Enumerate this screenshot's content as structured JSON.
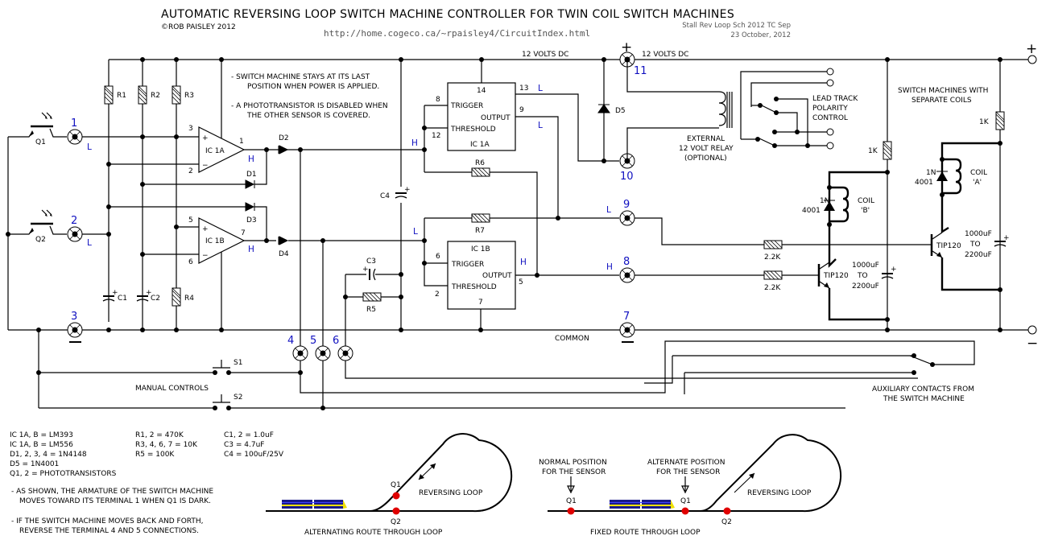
{
  "header": {
    "title": "AUTOMATIC REVERSING LOOP SWITCH MACHINE CONTROLLER FOR TWIN COIL SWITCH MACHINES",
    "copyright": "©ROB PAISLEY 2012",
    "url": "http://home.cogeco.ca/~rpaisley4/CircuitIndex.html",
    "file_ref": "Stall Rev Loop Sch 2012 TC Sep",
    "date": "23 October, 2012"
  },
  "rails": {
    "supply_label": "12 VOLTS DC",
    "supply_label_right": "12 VOLTS DC",
    "common_label": "COMMON",
    "plus": "+",
    "minus": "−"
  },
  "notes_top": [
    "- SWITCH MACHINE STAYS AT ITS LAST",
    "POSITION WHEN POWER IS APPLIED.",
    "- A PHOTOTRANSISTOR IS DISABLED WHEN",
    "THE OTHER SENSOR IS COVERED."
  ],
  "terminals": [
    "1",
    "2",
    "3",
    "4",
    "5",
    "6",
    "7",
    "8",
    "9",
    "10",
    "11"
  ],
  "logic_levels": {
    "t1": "L",
    "t2": "L",
    "ic1a_cmp_out": "H",
    "ic1b_cmp_out": "H",
    "ic1a_timer_in": "H",
    "ic1b_timer_in": "L",
    "pin13": "L",
    "pin9": "L",
    "ic1b_out": "H",
    "t9": "L",
    "t8": "H"
  },
  "components": {
    "q1": "Q1",
    "q2": "Q2",
    "r1": "R1",
    "r2": "R2",
    "r3": "R3",
    "r4": "R4",
    "r5": "R5",
    "r6": "R6",
    "r7": "R7",
    "c1": "C1",
    "c2": "C2",
    "c3": "C3",
    "c4": "C4",
    "d1": "D1",
    "d2": "D2",
    "d3": "D3",
    "d4": "D4",
    "d5": "D5",
    "ic1a_cmp": "IC 1A",
    "ic1b_cmp": "IC 1B",
    "ic1a_timer": "IC 1A",
    "ic1b_timer": "IC 1B",
    "s1": "S1",
    "s2": "S2",
    "r_1k": "1K",
    "r_2k2": "2.2K",
    "tip120": "TIP120",
    "diode_1n": "1N",
    "diode_4001": "4001",
    "coil_a": [
      "COIL",
      "'A'"
    ],
    "coil_b": [
      "COIL",
      "'B'"
    ],
    "cap_big": [
      "1000uF",
      "TO",
      "2200uF"
    ]
  },
  "pins": {
    "cmpA_plus": "3",
    "cmpA_minus": "2",
    "cmpA_out": "1",
    "cmpB_plus": "5",
    "cmpB_minus": "6",
    "cmpB_out": "7",
    "tmrA_trig": "8",
    "tmrA_thr": "12",
    "tmrA_vcc": "14",
    "tmrA_13": "13",
    "tmrA_out": "9",
    "tmrB_trig": "6",
    "tmrB_thr": "2",
    "tmrB_gnd": "7",
    "tmrB_out": "5",
    "trigger": "TRIGGER",
    "threshold": "THRESHOLD",
    "output": "OUTPUT",
    "plus": "+",
    "minus": "−"
  },
  "relay": {
    "label": [
      "EXTERNAL",
      "12 VOLT RELAY",
      "(OPTIONAL)"
    ],
    "polarity": [
      "LEAD TRACK",
      "POLARITY",
      "CONTROL"
    ]
  },
  "right_section": {
    "label": [
      "SWITCH MACHINES WITH",
      "SEPARATE COILS"
    ]
  },
  "manual_controls": "MANUAL CONTROLS",
  "aux_contacts": [
    "AUXILIARY CONTACTS FROM",
    "THE SWITCH MACHINE"
  ],
  "parts_list": {
    "col1": [
      "IC 1A, B = LM393",
      "IC 1A, B = LM556",
      "D1, 2, 3, 4 = 1N4148",
      "D5 = 1N4001",
      "Q1, 2 = PHOTOTRANSISTORS"
    ],
    "col2": [
      "R1, 2 = 470K",
      "R3, 4, 6, 7 = 10K",
      "R5 = 100K"
    ],
    "col3": [
      "C1, 2 = 1.0uF",
      "C3 = 4.7uF",
      "C4 = 100uF/25V"
    ]
  },
  "notes_bottom": [
    "- AS SHOWN, THE ARMATURE OF THE SWITCH MACHINE",
    "MOVES TOWARD ITS TERMINAL 1 WHEN Q1 IS DARK.",
    "- IF THE SWITCH MACHINE MOVES BACK AND FORTH,",
    "REVERSE THE TERMINAL 4 AND 5 CONNECTIONS."
  ],
  "diagram_alt": {
    "caption": "ALTERNATING ROUTE THROUGH LOOP",
    "loop_label": "REVERSING LOOP",
    "q1": "Q1",
    "q2": "Q2"
  },
  "diagram_fixed": {
    "caption": "FIXED ROUTE THROUGH LOOP",
    "loop_label": "REVERSING LOOP",
    "normal": [
      "NORMAL POSITION",
      "FOR THE SENSOR"
    ],
    "alternate": [
      "ALTERNATE POSITION",
      "FOR THE SENSOR"
    ],
    "q1": "Q1",
    "q2": "Q2"
  },
  "colors": {
    "label_blue": "#1010c0",
    "sensor_red": "#e00000",
    "train_blue": "#1a1a8a",
    "train_yellow": "#f0e000"
  }
}
